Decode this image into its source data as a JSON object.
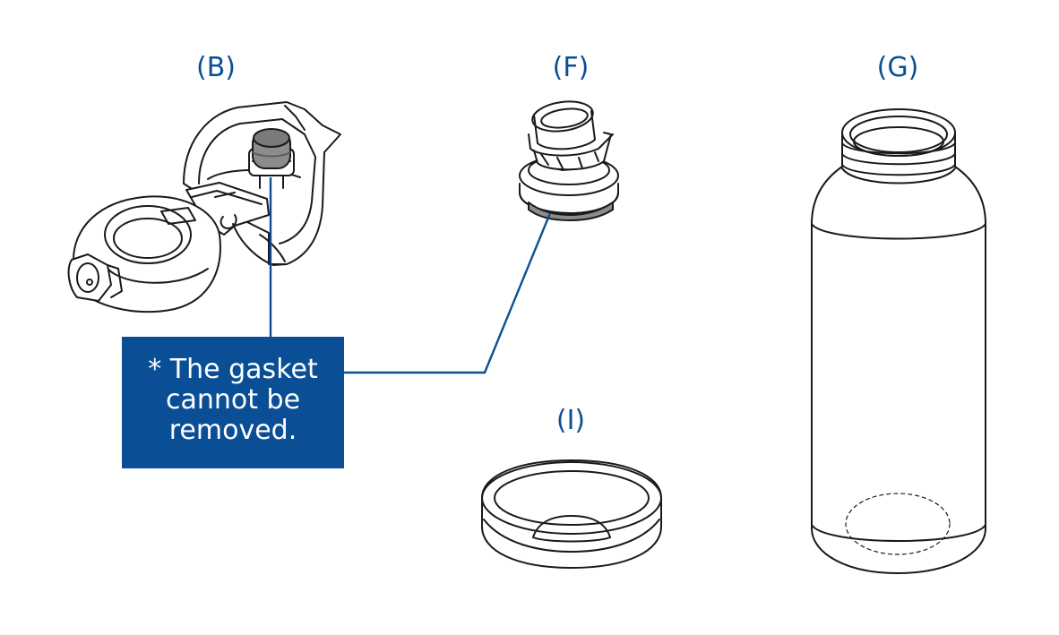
{
  "labels": {
    "b": "(B)",
    "f": "(F)",
    "g": "(G)",
    "i": "(I)"
  },
  "note": {
    "line1": "* The gasket",
    "line2": "cannot be",
    "line3": "removed."
  },
  "colors": {
    "accent": "#0a4f96",
    "gasket": "#8c8c8c",
    "outline": "#1a1a1a"
  }
}
